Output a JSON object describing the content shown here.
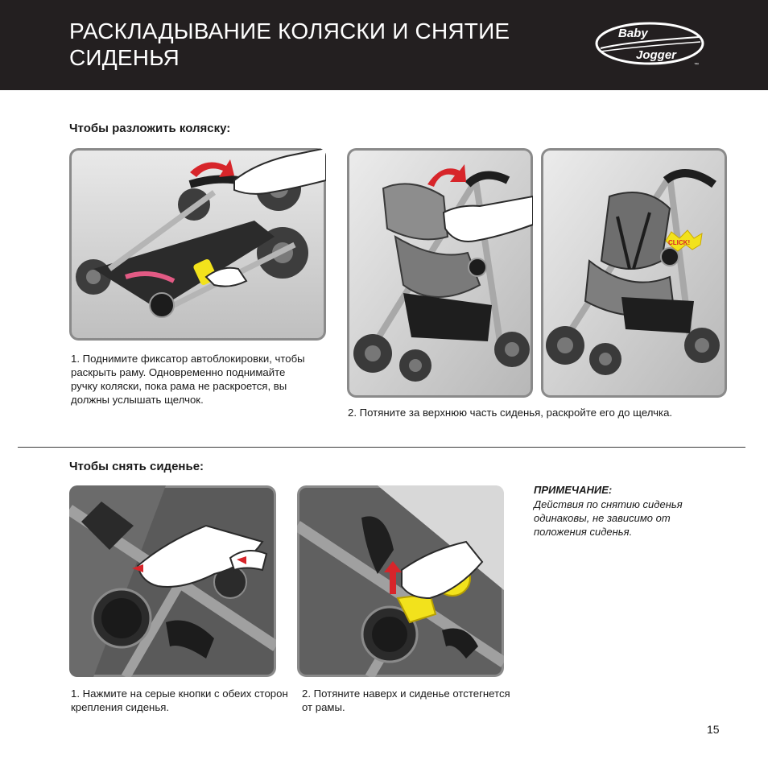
{
  "header": {
    "title": "РАСКЛАДЫВАНИЕ КОЛЯСКИ И СНЯТИЕ СИДЕНЬЯ",
    "logo_top": "Baby",
    "logo_bottom": "Jogger",
    "logo_tm": "™"
  },
  "unfold": {
    "heading": "Чтобы разложить коляску:",
    "step1": "1. Поднимите фиксатор автоблокировки, чтобы раскрыть раму. Одновременно поднимайте ручку коляски, пока рама не раскроется, вы должны услышать щелчок.",
    "step2": "2. Потяните за верхнюю часть сиденья, раскройте его до щелчка.",
    "click_label": "CLICK!"
  },
  "remove_seat": {
    "heading": "Чтобы снять сиденье:",
    "step1": "1. Нажмите на серые кнопки с обеих сторон крепления сиденья.",
    "step2": "2. Потяните наверх и сиденье отстегнется от рамы."
  },
  "note": {
    "title": "ПРИМЕЧАНИЕ:",
    "text": "Действия по снятию сиденья одинаковы, не зависимо от положения сиденья."
  },
  "page_number": "15",
  "colors": {
    "header_bg": "#231f20",
    "arrow_red": "#d7252a",
    "handle_yellow": "#f2e21c",
    "photo_border": "#8a8a8a"
  }
}
